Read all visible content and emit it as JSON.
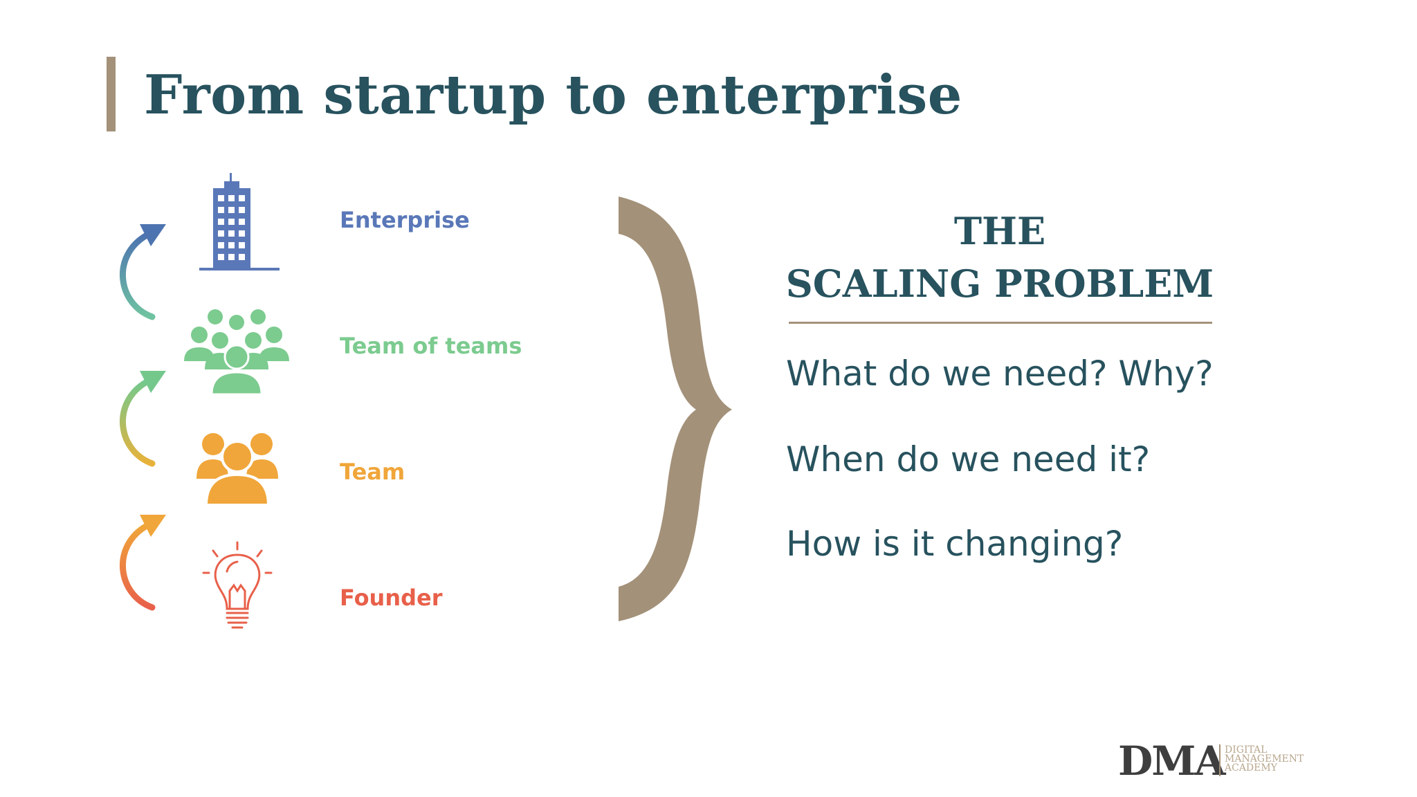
{
  "slide": {
    "title": "From startup to enterprise"
  },
  "stages": [
    {
      "label": "Enterprise",
      "icon": "building-icon",
      "color": "#5a78b8"
    },
    {
      "label": "Team of teams",
      "icon": "group-icon",
      "color": "#7ccb8f"
    },
    {
      "label": "Team",
      "icon": "team-icon",
      "color": "#f0a63a"
    },
    {
      "label": "Founder",
      "icon": "lightbulb-icon",
      "color": "#e8604a"
    }
  ],
  "problem": {
    "title_line1": "THE",
    "title_line2": "SCALING PROBLEM",
    "questions": [
      "What do we need?  Why?",
      "When do we need it?",
      "How is it changing?"
    ]
  },
  "logo": {
    "main": "DMA",
    "line1": "DIGITAL",
    "line2": "MANAGEMENT",
    "line3": "ACADEMY"
  },
  "colors": {
    "title": "#27525e",
    "accent": "#a39179"
  }
}
